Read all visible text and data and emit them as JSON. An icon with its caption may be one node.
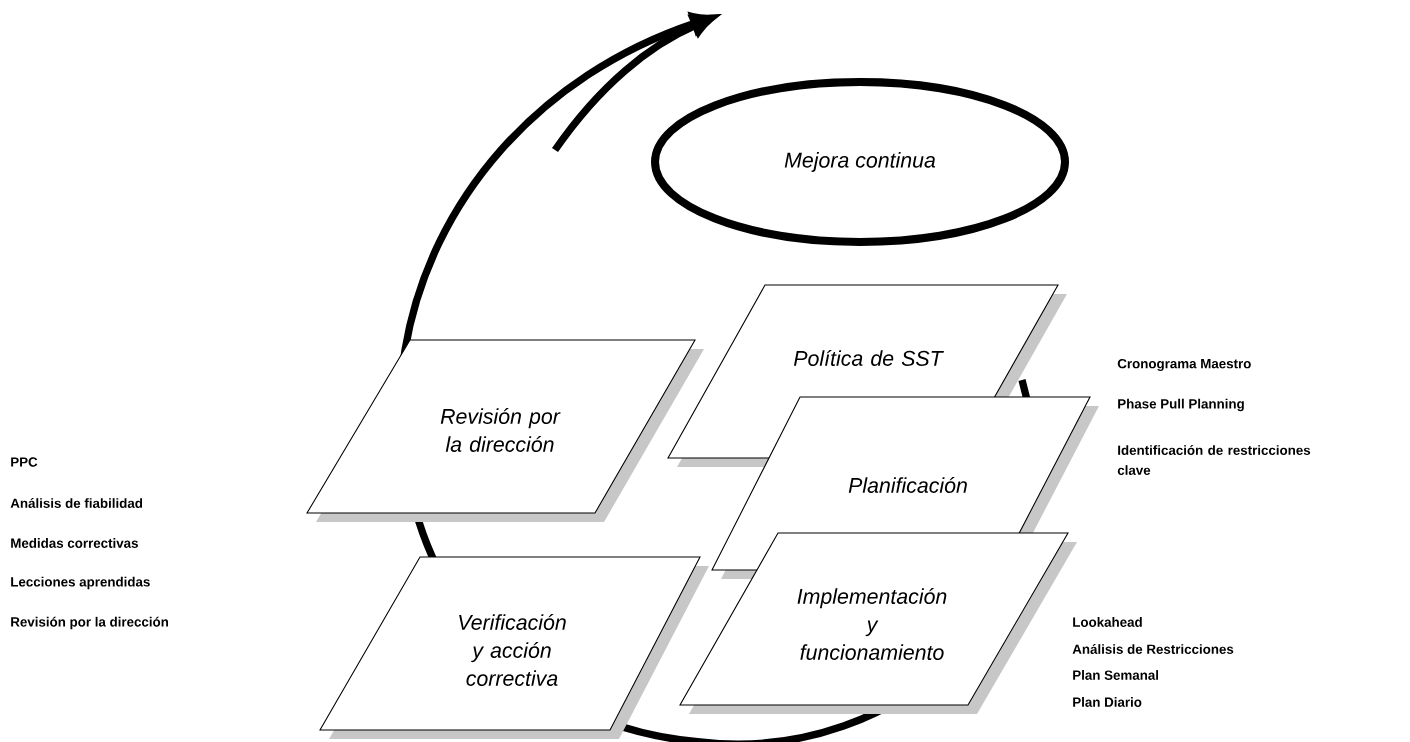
{
  "diagram": {
    "nodes": [
      {
        "text": [
          "Mejora continua"
        ]
      },
      {
        "text": [
          "Política de SST"
        ]
      },
      {
        "text": [
          "Revisión por la dirección"
        ]
      },
      {
        "text": [
          "Planificación"
        ]
      },
      {
        "text": [
          "Verificación y acción correctiva"
        ]
      },
      {
        "text": [
          "Implementación y funcionamiento"
        ]
      }
    ],
    "labels": [
      "PPC",
      "Análisis de fiabilidad",
      "Medidas correctivas",
      "Lecciones aprendidas",
      "Revisión por la dirección",
      "Cronograma Maestro",
      "Phase Pull Planning",
      "Identificación de restricciones clave",
      "Lookahead",
      "Análisis de Restricciones",
      "Plan Semanal",
      "Plan Diario"
    ]
  }
}
